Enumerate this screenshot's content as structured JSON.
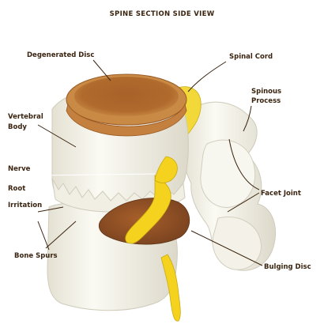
{
  "diagram": {
    "title": "SPINE SECTION SIDE VIEW",
    "labels": {
      "degenerated_disc": "Degenerated Disc",
      "spinal_cord": "Spinal Cord",
      "spinous_process_1": "Spinous",
      "spinous_process_2": "Process",
      "vertebral_body_1": "Vertebral",
      "vertebral_body_2": "Body",
      "nerve_root_1": "Nerve",
      "nerve_root_2": "Root",
      "nerve_root_3": "Irritation",
      "facet_joint": "Facet Joint",
      "bone_spurs": "Bone Spurs",
      "bulging_disc": "Bulging Disc"
    },
    "colors": {
      "bone": "#f6f4ea",
      "bone_shadow": "#d9d6c8",
      "disc_outer": "#b8702e",
      "disc_inner": "#a05c26",
      "nerve": "#f2d21a",
      "label_text": "#3a2410"
    }
  }
}
